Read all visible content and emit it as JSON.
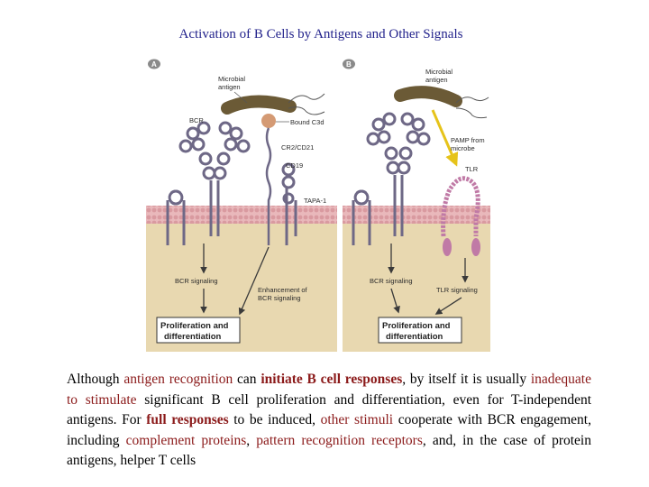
{
  "title": "Activation of B Cells by Antigens and Other Signals",
  "figure": {
    "panel_a": {
      "letter": "A",
      "labels": {
        "microbial_antigen_1": "Microbial",
        "microbial_antigen_2": "antigen",
        "bcr": "BCR",
        "bound_c3d": "Bound C3d",
        "cr2": "CR2/CD21",
        "cd19": "CD19",
        "tapa": "TAPA-1",
        "bcr_signaling": "BCR signaling",
        "enhancement_1": "Enhancement of",
        "enhancement_2": "BCR signaling"
      },
      "outcome_1": "Proliferation and",
      "outcome_2": "differentiation"
    },
    "panel_b": {
      "letter": "B",
      "labels": {
        "microbial_antigen_1": "Microbial",
        "microbial_antigen_2": "antigen",
        "pamp_1": "PAMP from",
        "pamp_2": "microbe",
        "tlr": "TLR",
        "bcr_signaling": "BCR signaling",
        "tlr_signaling": "TLR signaling"
      },
      "outcome_1": "Proliferation and",
      "outcome_2": "differentiation"
    },
    "colors": {
      "cytoplasm": "#e8d8b0",
      "membrane_pink": "#e9b8bb",
      "receptor": "#6e6886",
      "complement": "#d49a74",
      "pamp_arrow": "#e6d23a",
      "tlr": "#c07aa6",
      "antigen": "#6b5a36"
    }
  },
  "caption": {
    "s1": "Although ",
    "h1": "antigen recognition",
    "s2": " can ",
    "h2": "initiate B cell responses",
    "s3": ", by itself it is usually ",
    "h3": "inadequate to stimulate",
    "s4": " significant B cell proliferation and differentiation, even for T-independent antigens. For ",
    "h4": "full responses",
    "s5": " to be induced, ",
    "h5": "other stimuli",
    "s6": " cooperate with BCR engagement, including ",
    "h6": "complement proteins",
    "s7": ", ",
    "h7": "pattern recognition receptors",
    "s8": ", and, in the case of protein antigens, helper T cells"
  }
}
